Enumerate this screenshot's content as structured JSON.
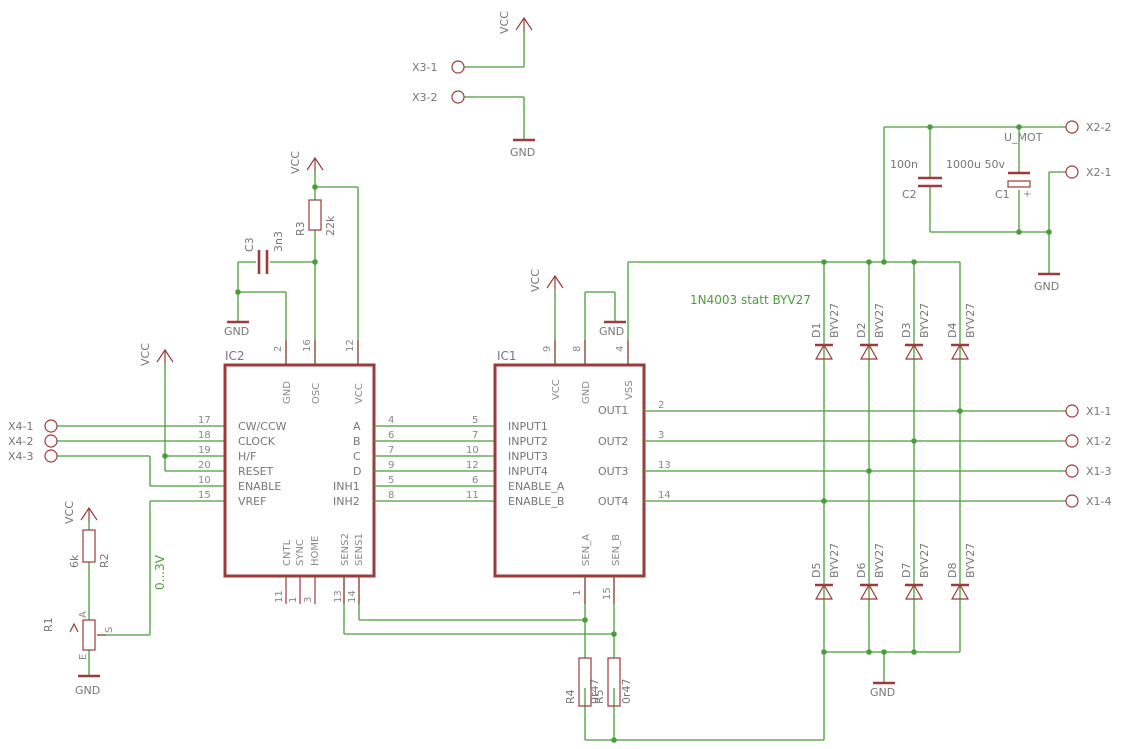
{
  "power": {
    "vcc": "VCC",
    "gnd": "GND"
  },
  "connectors": {
    "x3_1": "X3-1",
    "x3_2": "X3-2",
    "x2_2": "X2-2",
    "x2_1": "X2-1",
    "x4_1": "X4-1",
    "x4_2": "X4-2",
    "x4_3": "X4-3",
    "x1_1": "X1-1",
    "x1_2": "X1-2",
    "x1_3": "X1-3",
    "x1_4": "X1-4"
  },
  "parts": {
    "ic2": "IC2",
    "ic1": "IC1",
    "r1": "R1",
    "r2": "R2",
    "r2_value": "6k",
    "r3": "R3",
    "r3_value": "22k",
    "r4": "R4",
    "r4_value": "0r47",
    "r5": "R5",
    "r5_value": "0r47",
    "c1": "C1",
    "c1_value": "1000u 50v",
    "c2": "C2",
    "c2_value": "100n",
    "c3": "C3",
    "c3_value": "3n3",
    "diode_value": "BYV27",
    "diodes_top": [
      "D1",
      "D2",
      "D3",
      "D4"
    ],
    "diodes_bottom": [
      "D5",
      "D6",
      "D7",
      "D8"
    ]
  },
  "nets": {
    "u_mot": "U_MOT",
    "vref_range": "0...3V"
  },
  "notes": {
    "diode_replacement": "1N4003 statt BYV27"
  },
  "ic2": {
    "top_pins": [
      {
        "num": "2",
        "name": "GND"
      },
      {
        "num": "16",
        "name": "OSC"
      },
      {
        "num": "12",
        "name": "VCC"
      }
    ],
    "left_pins": [
      {
        "num": "17",
        "name": "CW/CCW"
      },
      {
        "num": "18",
        "name": "CLOCK"
      },
      {
        "num": "19",
        "name": "H/F"
      },
      {
        "num": "20",
        "name": "RESET"
      },
      {
        "num": "10",
        "name": "ENABLE"
      },
      {
        "num": "15",
        "name": "VREF"
      }
    ],
    "right_pins": [
      {
        "num": "4",
        "name": "A"
      },
      {
        "num": "6",
        "name": "B"
      },
      {
        "num": "7",
        "name": "C"
      },
      {
        "num": "9",
        "name": "D"
      },
      {
        "num": "5",
        "name": "INH1"
      },
      {
        "num": "8",
        "name": "INH2"
      }
    ],
    "bottom_pins": [
      {
        "num": "11",
        "name": "CNTL"
      },
      {
        "num": "1",
        "name": "SYNC"
      },
      {
        "num": "3",
        "name": "HOME"
      },
      {
        "num": "13",
        "name": "SENS2"
      },
      {
        "num": "14",
        "name": "SENS1"
      }
    ]
  },
  "ic1": {
    "top_pins": [
      {
        "num": "9",
        "name": "VCC"
      },
      {
        "num": "8",
        "name": "GND"
      },
      {
        "num": "4",
        "name": "VSS"
      }
    ],
    "left_pins": [
      {
        "num": "5",
        "name": "INPUT1"
      },
      {
        "num": "7",
        "name": "INPUT2"
      },
      {
        "num": "10",
        "name": "INPUT3"
      },
      {
        "num": "12",
        "name": "INPUT4"
      },
      {
        "num": "6",
        "name": "ENABLE_A"
      },
      {
        "num": "11",
        "name": "ENABLE_B"
      }
    ],
    "right_pins": [
      {
        "num": "2",
        "name": "OUT1"
      },
      {
        "num": "3",
        "name": "OUT2"
      },
      {
        "num": "13",
        "name": "OUT3"
      },
      {
        "num": "14",
        "name": "OUT4"
      }
    ],
    "bottom_pins": [
      {
        "num": "1",
        "name": "SEN_A"
      },
      {
        "num": "15",
        "name": "SEN_B"
      }
    ]
  },
  "pot_labels": {
    "a": "A",
    "e": "E",
    "s": "S"
  }
}
